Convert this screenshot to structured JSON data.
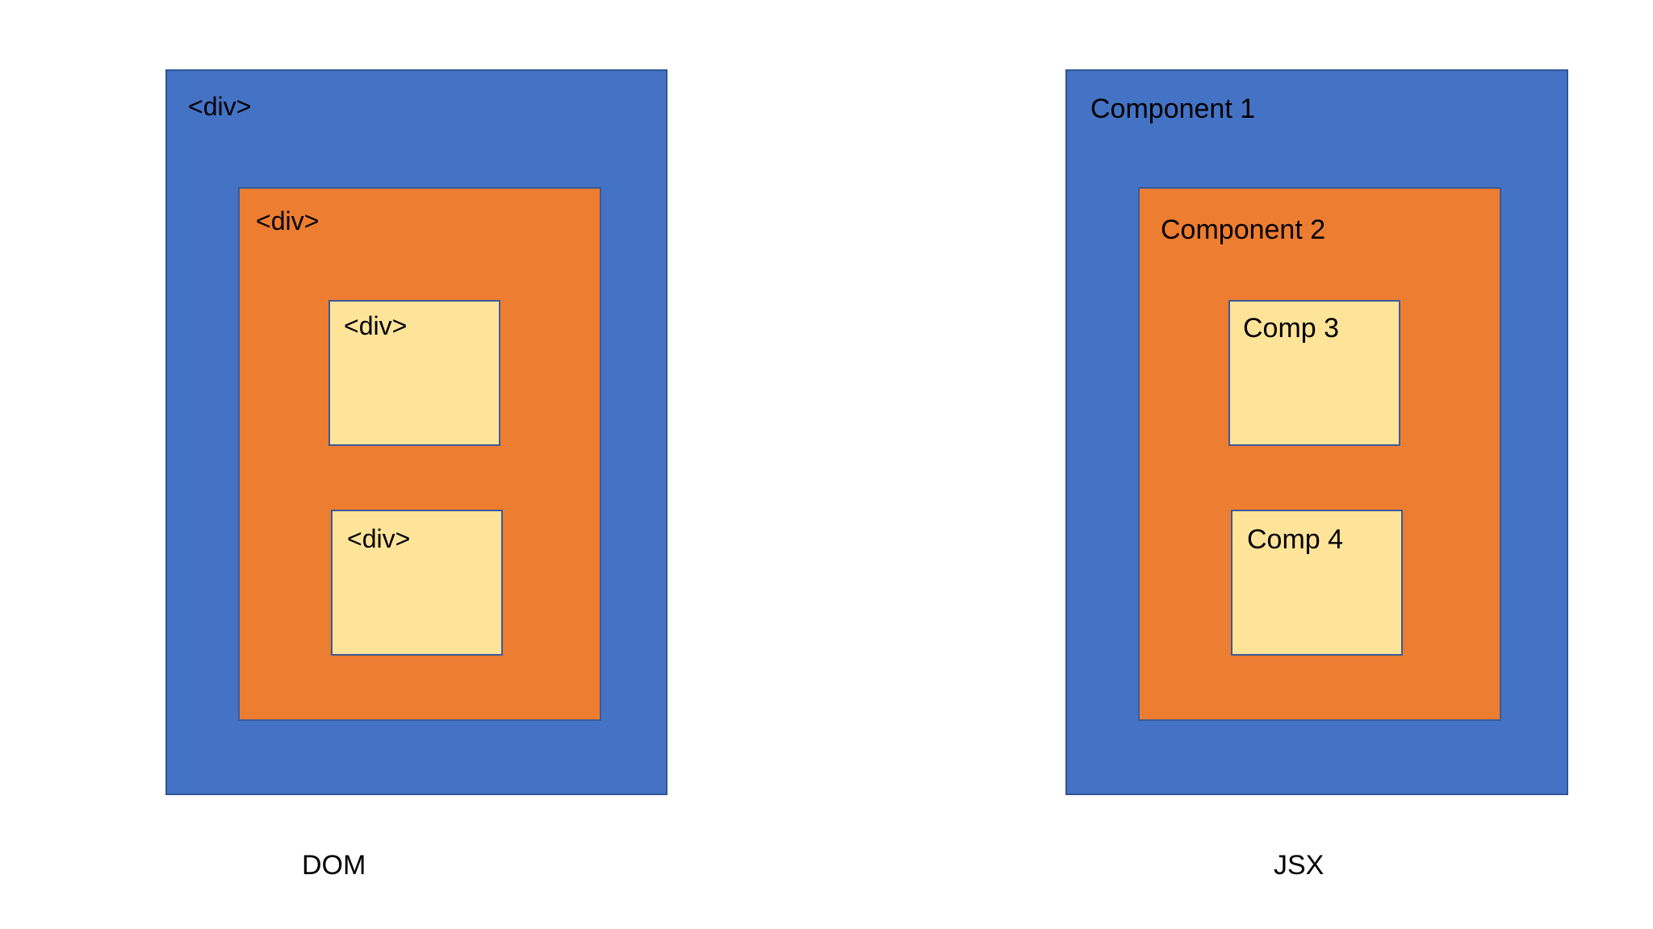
{
  "dom": {
    "caption": "DOM",
    "outer_label": "<div>",
    "middle_label": "<div>",
    "inner_top_label": "<div>",
    "inner_bottom_label": "<div>"
  },
  "jsx": {
    "caption": "JSX",
    "outer_label": "Component 1",
    "middle_label": "Component 2",
    "inner_top_label": "Comp 3",
    "inner_bottom_label": "Comp 4"
  },
  "colors": {
    "outer": "#4472c4",
    "middle": "#ed7d31",
    "inner": "#fde499"
  }
}
